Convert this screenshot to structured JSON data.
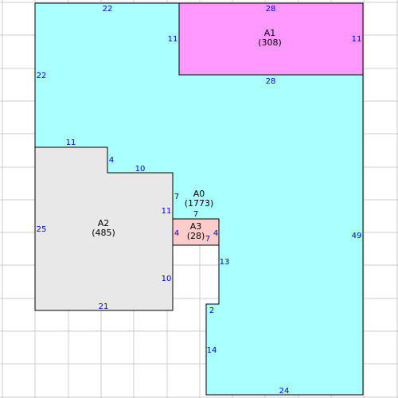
{
  "colors": {
    "grid": "#cccccc",
    "outline": "#000000",
    "dimension_text": "#0000cc",
    "label_text": "#000000",
    "A0_fill": "#aaffff",
    "A1_fill": "#ff99ff",
    "A2_fill": "#e8e8e8",
    "A3_fill": "#ffcccc"
  },
  "areas": {
    "A0": {
      "name": "A0",
      "value": "(1773)"
    },
    "A1": {
      "name": "A1",
      "value": "(308)"
    },
    "A2": {
      "name": "A2",
      "value": "(485)"
    },
    "A3": {
      "name": "A3",
      "value": "(28)"
    }
  },
  "dimensions": {
    "top_left_22": "22",
    "top_28": "28",
    "a1_left_11": "11",
    "a1_right_11": "11",
    "a1_bottom_28": "28",
    "left_22": "22",
    "a2_top_11": "11",
    "a2_step_4": "4",
    "a2_top_10": "10",
    "a2_right_7": "7",
    "a2_right_11": "11",
    "a2_left_25": "25",
    "a2_right_10": "10",
    "a2_bottom_21": "21",
    "a3_top_7": "7",
    "a3_left_4": "4",
    "a3_right_4": "4",
    "a3_bottom_7": "7",
    "notch_13": "13",
    "notch_2": "2",
    "bottom_left_14": "14",
    "bottom_24": "24",
    "right_49": "49"
  }
}
